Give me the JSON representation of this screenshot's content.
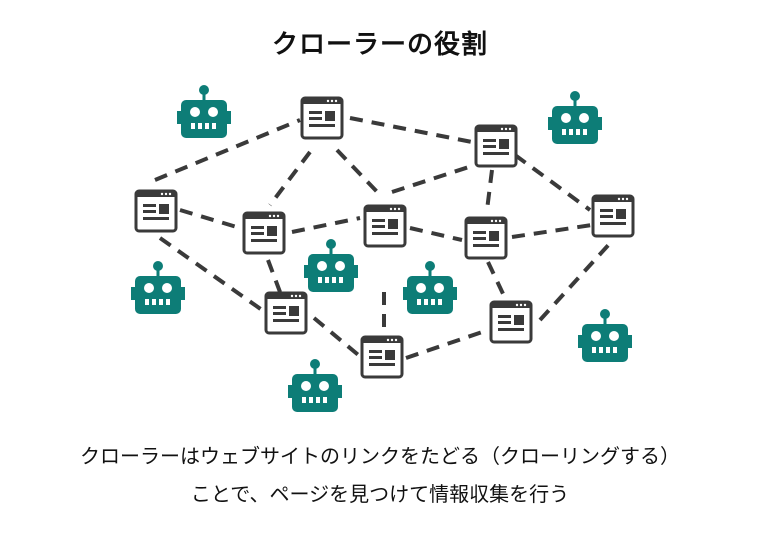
{
  "title": "クローラーの役割",
  "caption": {
    "line1": "クローラーはウェブサイトのリンクをたどる（クローリングする）",
    "line2": "ことで、ページを見つけて情報収集を行う"
  },
  "colors": {
    "robot": "#0d7d77",
    "page": "#3a3a3a",
    "edge": "#3a3a3a"
  },
  "icons": {
    "page": "webpage-icon",
    "robot": "robot-icon"
  }
}
